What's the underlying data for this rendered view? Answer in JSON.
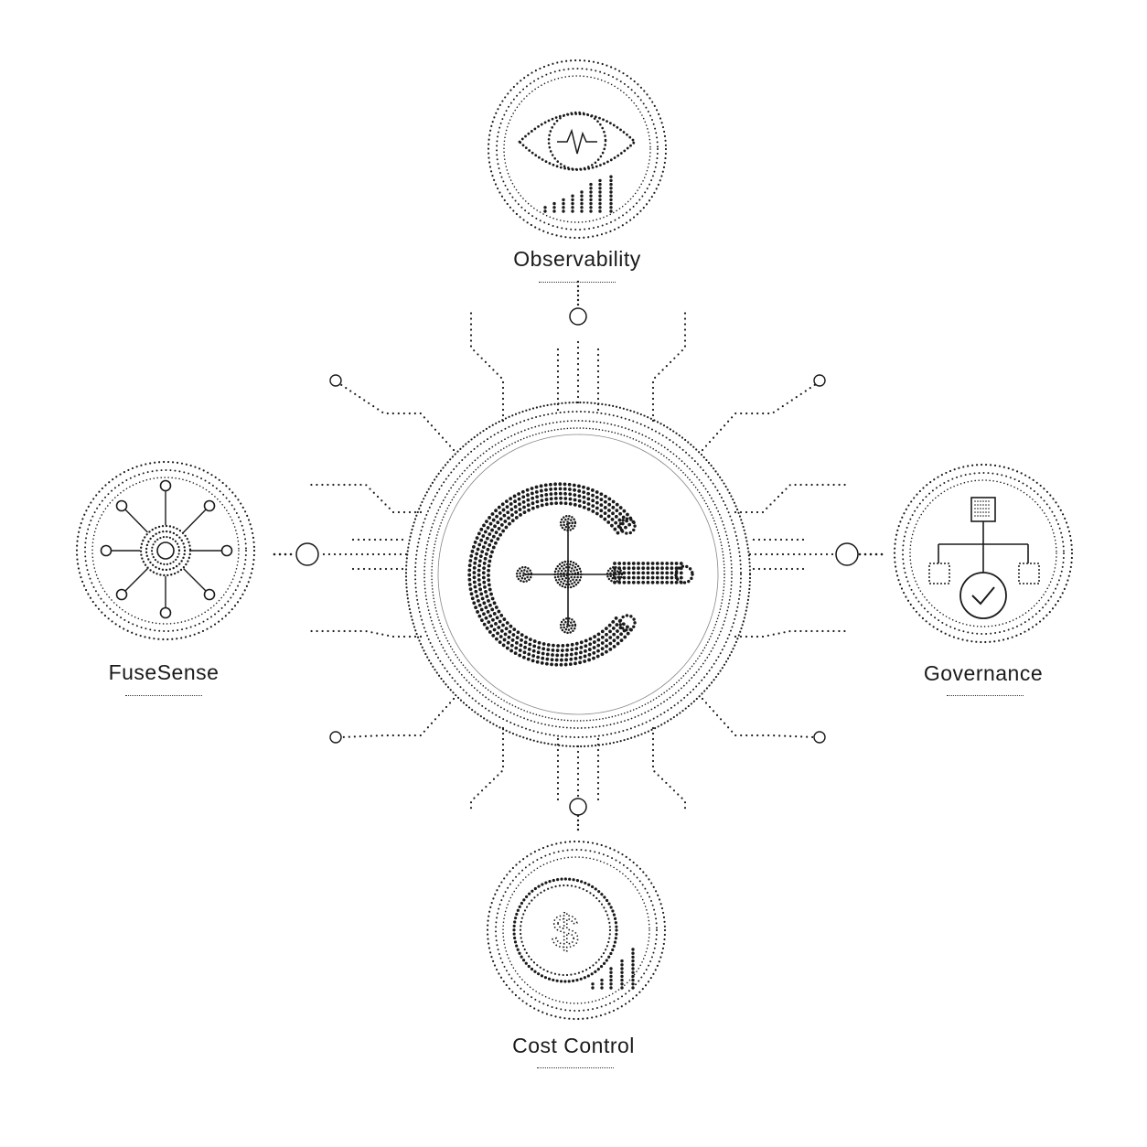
{
  "hub": {
    "name": "central-logo",
    "icon": "c-logo-icon"
  },
  "nodes": [
    {
      "key": "observability",
      "label": "Observability",
      "icon": "eye-icon"
    },
    {
      "key": "fusesense",
      "label": "FuseSense",
      "icon": "network-hub-icon"
    },
    {
      "key": "governance",
      "label": "Governance",
      "icon": "hierarchy-check-icon"
    },
    {
      "key": "cost_control",
      "label": "Cost Control",
      "icon": "dollar-coin-icon"
    }
  ],
  "colors": {
    "ink": "#1a1a1a",
    "background": "#ffffff"
  }
}
